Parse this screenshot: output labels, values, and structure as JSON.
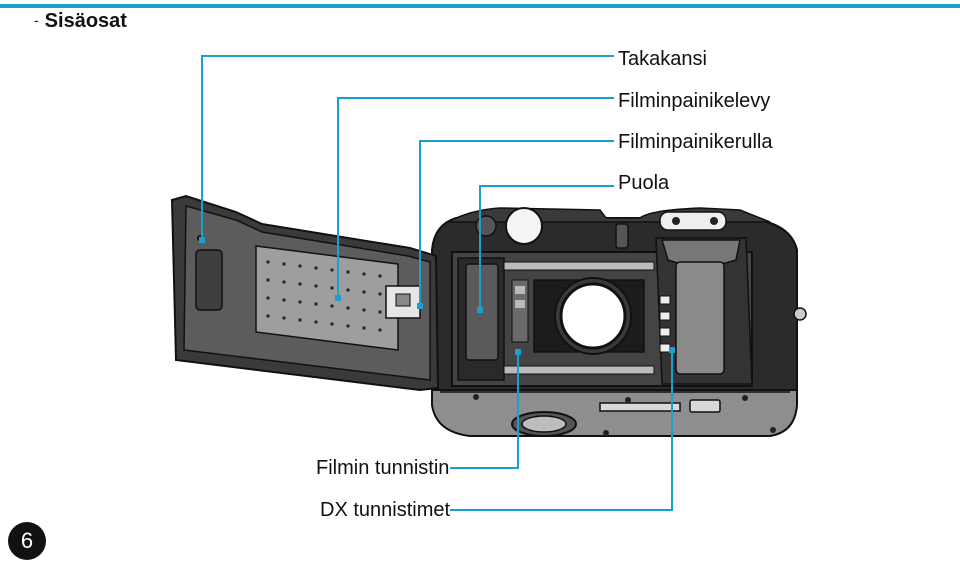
{
  "section": {
    "title": "Sisäosat",
    "bullet": "-"
  },
  "page": {
    "number": "6"
  },
  "callouts": {
    "back_cover": "Takakansi",
    "pressure_plate": "Filminpainikelevy",
    "pressure_roller": "Filminpainikerulla",
    "spool": "Puola",
    "film_sensor": "Filmin tunnistin",
    "dx_sensors": "DX tunnistimet"
  },
  "colors": {
    "accent": "#1aa0cf",
    "line": "#111111",
    "body_dark": "#2b2b2b",
    "body_grey": "#9a9a9a"
  }
}
